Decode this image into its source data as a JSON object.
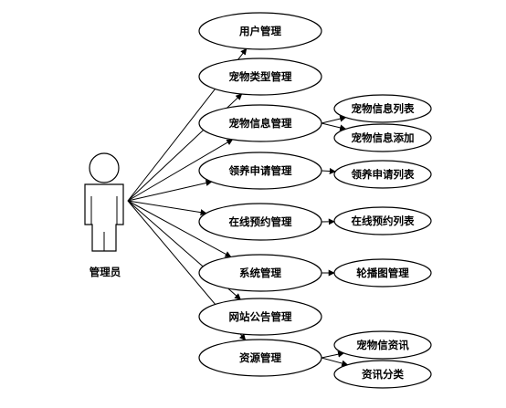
{
  "actor": {
    "label": "管理员"
  },
  "use_cases": [
    {
      "label": "用户管理",
      "children": []
    },
    {
      "label": "宠物类型管理",
      "children": []
    },
    {
      "label": "宠物信息管理",
      "children": [
        "宠物信息列表",
        "宠物信息添加"
      ]
    },
    {
      "label": "领养申请管理",
      "children": [
        "领养申请列表"
      ]
    },
    {
      "label": "在线预约管理",
      "children": [
        "在线预约列表"
      ]
    },
    {
      "label": "系统管理",
      "children": [
        "轮播图管理"
      ]
    },
    {
      "label": "网站公告管理",
      "children": []
    },
    {
      "label": "资源管理",
      "children": [
        "宠物信资讯",
        "资讯分类"
      ]
    }
  ]
}
